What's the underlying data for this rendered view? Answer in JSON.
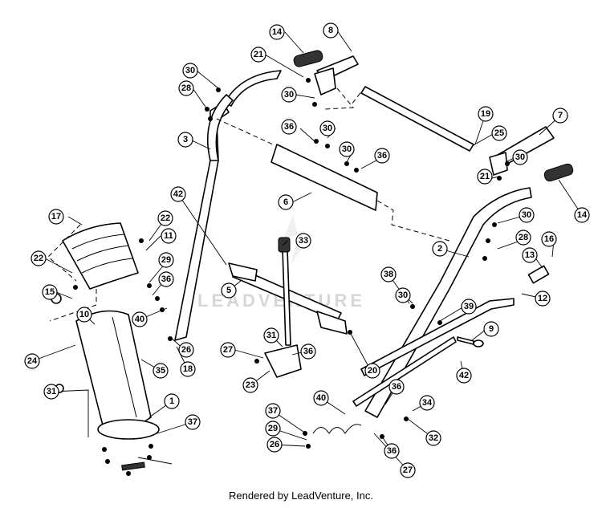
{
  "watermark": "LEADVENTURE",
  "footer": "Rendered by LeadVenture, Inc.",
  "callouts": [
    "14",
    "8",
    "30",
    "21",
    "28",
    "30",
    "3",
    "36",
    "30",
    "30",
    "36",
    "19",
    "25",
    "7",
    "30",
    "21",
    "6",
    "42",
    "14",
    "30",
    "17",
    "22",
    "11",
    "22",
    "33",
    "28",
    "16",
    "2",
    "13",
    "15",
    "29",
    "36",
    "5",
    "38",
    "30",
    "12",
    "10",
    "40",
    "39",
    "9",
    "24",
    "31",
    "27",
    "36",
    "26",
    "18",
    "35",
    "42",
    "20",
    "23",
    "31",
    "1",
    "40",
    "36",
    "34",
    "37",
    "37",
    "29",
    "32",
    "26",
    "36",
    "27"
  ]
}
